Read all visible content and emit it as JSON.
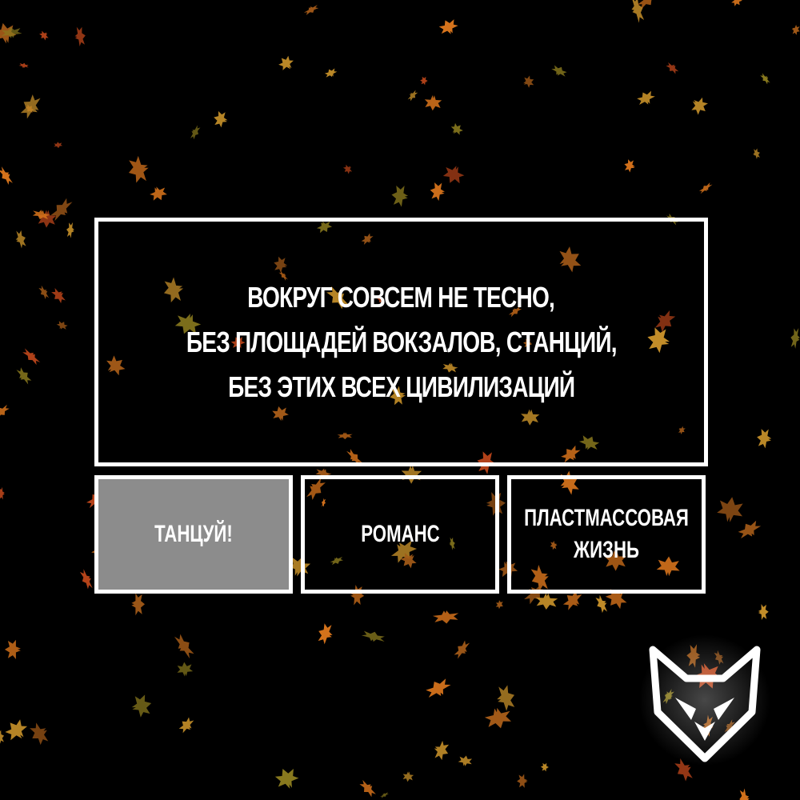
{
  "lyric": {
    "lines": [
      "Вокруг совсем не тесно,",
      "без площадей вокзалов, станций,",
      "без этих всех цивилизаций"
    ]
  },
  "choices": [
    {
      "label": "Танцуй!",
      "selected": true
    },
    {
      "label": "Романс",
      "selected": false
    },
    {
      "label": "Пластмассовая\nжизнь",
      "selected": false
    }
  ],
  "colors": {
    "background": "#000000",
    "border": "#ffffff",
    "selected": "#8c8c8c",
    "leaf_orange": "#d8741c",
    "leaf_olive": "#8a7a1e",
    "leaf_red": "#b8441a"
  },
  "logo": {
    "icon": "fox-head-icon"
  }
}
